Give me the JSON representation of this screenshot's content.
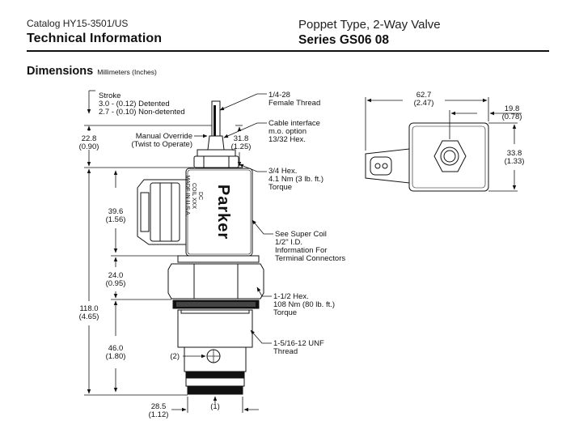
{
  "header": {
    "catalog": "Catalog HY15-3501/US",
    "section": "Technical Information",
    "product_type": "Poppet Type, 2-Way Valve",
    "series": "Series GS06 08"
  },
  "dimensions": {
    "title": "Dimensions",
    "units": "Millimeters (Inches)"
  },
  "callouts": {
    "stroke": [
      "Stroke",
      "3.0 - (0.12) Detented",
      "2.7 - (0.10) Non-detented"
    ],
    "female_thread": [
      "1/4-28",
      "Female Thread"
    ],
    "cable_interface": [
      "Cable interface",
      "m.o. option",
      "13/32 Hex."
    ],
    "manual_override": [
      "Manual Override",
      "(Twist to Operate)"
    ],
    "hex_34": [
      "3/4 Hex.",
      "4.1 Nm (3 lb. ft.)",
      "Torque"
    ],
    "super_coil": [
      "See Super Coil",
      "1/2\" I.D.",
      "Information For",
      "Terminal Connectors"
    ],
    "hex_112": [
      "1-1/2 Hex.",
      "108 Nm (80 lb. ft.)",
      "Torque"
    ],
    "unf_thread": [
      "1-5/16-12 UNF",
      "Thread"
    ],
    "port_1": "(1)",
    "port_2": "(2)"
  },
  "dims_side": {
    "d22_8": [
      "22.8",
      "(0.90)"
    ],
    "d31_8": [
      "31.8",
      "(1.25)"
    ],
    "d39_6": [
      "39.6",
      "(1.56)"
    ],
    "d24_0": [
      "24.0",
      "(0.95)"
    ],
    "d118_0": [
      "118.0",
      "(4.65)"
    ],
    "d46_0": [
      "46.0",
      "(1.80)"
    ],
    "d28_5": [
      "28.5",
      "(1.12)"
    ]
  },
  "dims_top": {
    "d62_7": [
      "62.7",
      "(2.47)"
    ],
    "d19_8": [
      "19.8",
      "(0.78)"
    ],
    "d33_8": [
      "33.8",
      "(1.33)"
    ]
  },
  "coil_label": {
    "brand": "Parker",
    "line1": "DC",
    "line2": "COIL XXX",
    "line3": "MADE IN U.S.A."
  }
}
